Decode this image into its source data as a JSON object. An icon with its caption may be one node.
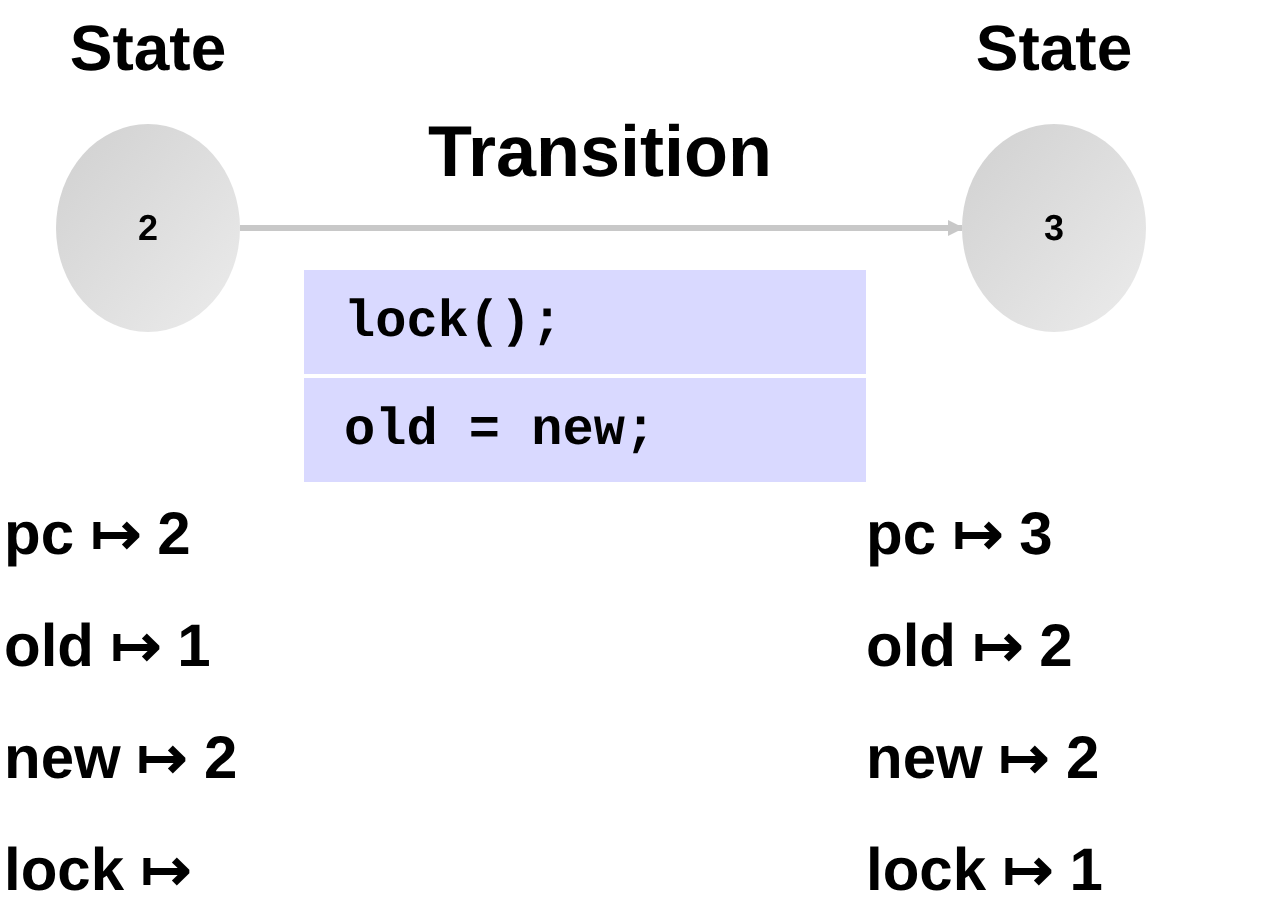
{
  "diagram": {
    "nodes": [
      {
        "text": [
          "State",
          "2"
        ],
        "beside": [
          "pc ↦ 2",
          "old ↦ 1",
          "new ↦ 2",
          "lock ↦"
        ]
      },
      {
        "text": [
          "State",
          "3"
        ],
        "beside": [
          "pc ↦ 3",
          "old ↦ 2",
          "new ↦ 2",
          "lock ↦ 1"
        ]
      },
      {
        "text": [
          "lock();",
          "old = new;"
        ]
      }
    ],
    "edges": [
      {
        "from": 0,
        "to": 1,
        "arrow": "to",
        "label": "Transition"
      }
    ]
  }
}
